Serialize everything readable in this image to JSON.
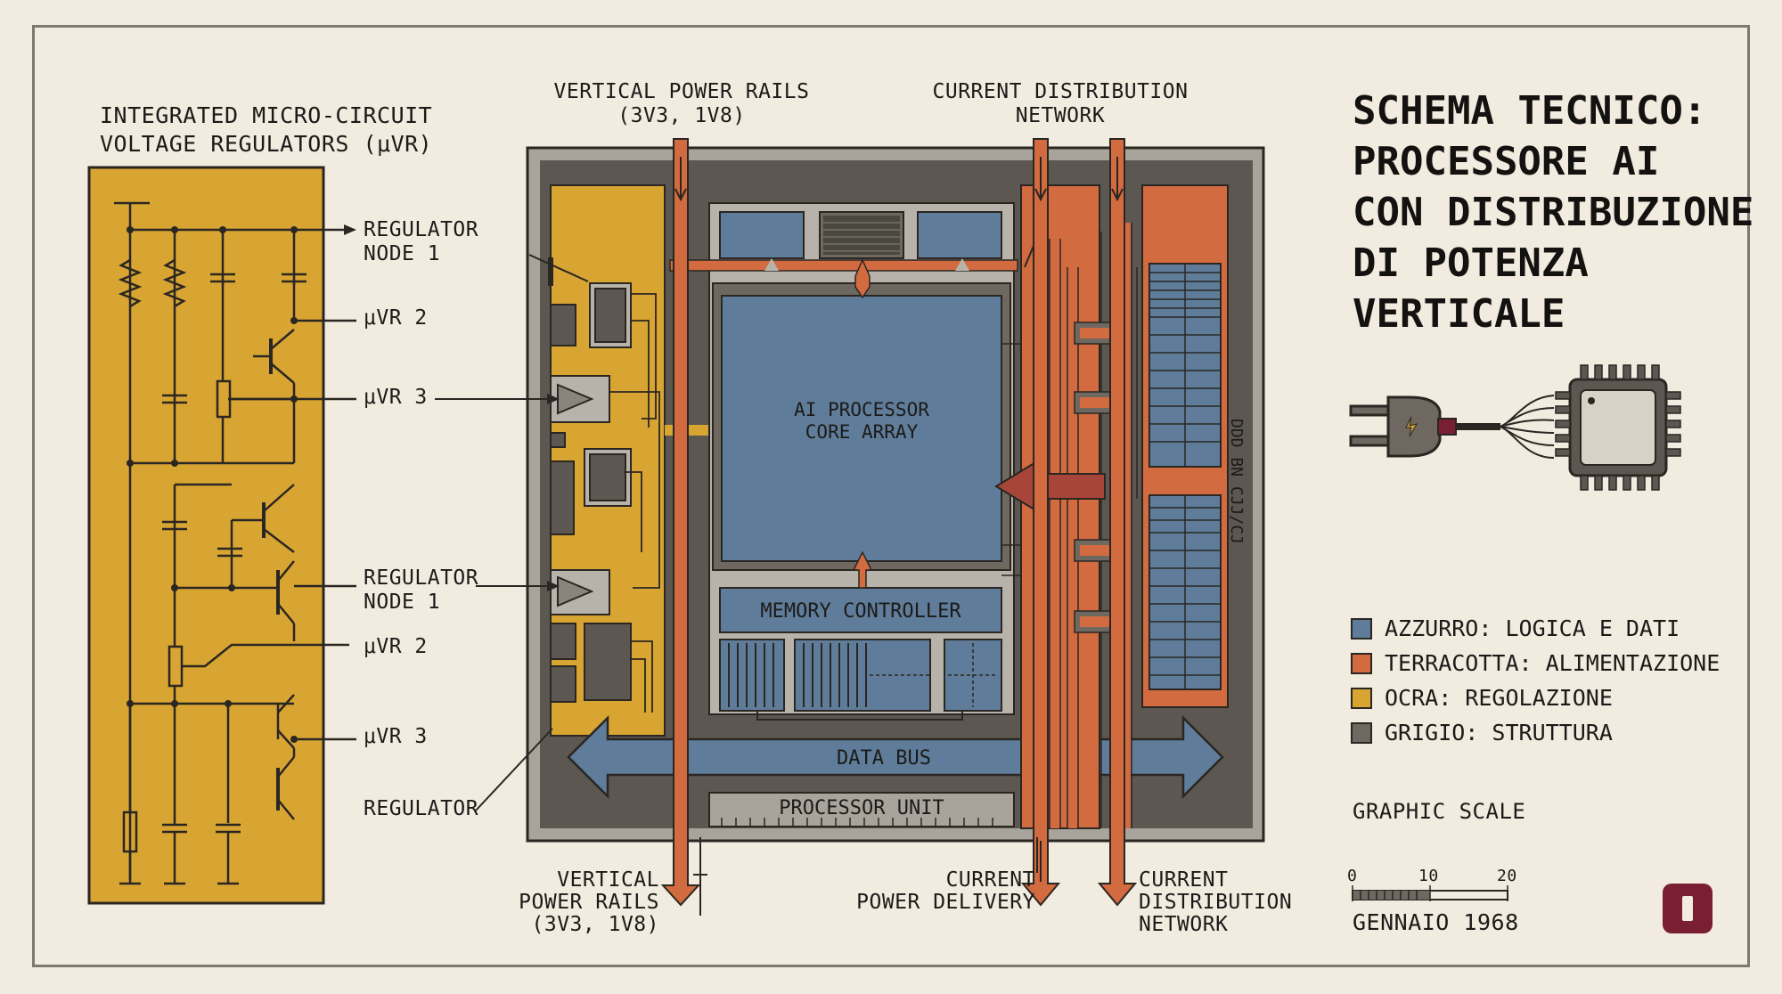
{
  "title_lines": [
    "SCHEMA TECNICO:",
    "PROCESSORE AI",
    "CON DISTRIBUZIONE",
    "DI POTENZA",
    "VERTICALE"
  ],
  "left_panel": {
    "heading": "INTEGRATED MICRO-CIRCUIT\nVOLTAGE REGULATORS (μVR)",
    "labels": {
      "regulator_node_1_top": "REGULATOR\nNODE 1",
      "uvr2_top": "μVR 2",
      "uvr3_top": "μVR 3",
      "regulator_node_1_mid": "REGULATOR\nNODE 1",
      "uvr2_bottom": "μVR 2",
      "uvr3_bottom": "μVR 3",
      "regulator": "REGULATOR"
    }
  },
  "chip": {
    "top_label_left": "VERTICAL POWER RAILS\n(3V3, 1V8)",
    "top_label_right": "CURRENT DISTRIBUTION\nNETWORK",
    "core_label": "AI PROCESSOR\nCORE ARRAY",
    "memory_controller": "MEMORY CONTROLLER",
    "data_bus": "DATA BUS",
    "processor_unit": "PROCESSOR UNIT",
    "side_text": "DDD BN CJJ/CJ",
    "bottom_labels": {
      "vertical_power_rails": "VERTICAL\nPOWER RAILS\n(3V3, 1V8)",
      "current_power_delivery": "CURRENT\nPOWER DELIVERY",
      "current_distribution_network": "CURRENT\nDISTRIBUTION\nNETWORK"
    }
  },
  "legend": [
    {
      "label": "AZZURRO: LOGICA E DATI",
      "color": "#5f7d9a"
    },
    {
      "label": "TERRACOTTA: ALIMENTAZIONE",
      "color": "#d26b3f"
    },
    {
      "label": "OCRA: REGOLAZIONE",
      "color": "#d9a532"
    },
    {
      "label": "GRIGIO: STRUTTURA",
      "color": "#6e6860"
    }
  ],
  "scale": {
    "heading": "GRAPHIC SCALE",
    "ticks": [
      "0",
      "10",
      "20"
    ],
    "date": "GENNAIO 1968"
  },
  "colors": {
    "background": "#f2ebdf",
    "blue": "#5f7d9a",
    "terracotta": "#d26b3f",
    "ochre": "#d9a532",
    "gray": "#6e6860",
    "dark_red": "#7a1f33"
  }
}
